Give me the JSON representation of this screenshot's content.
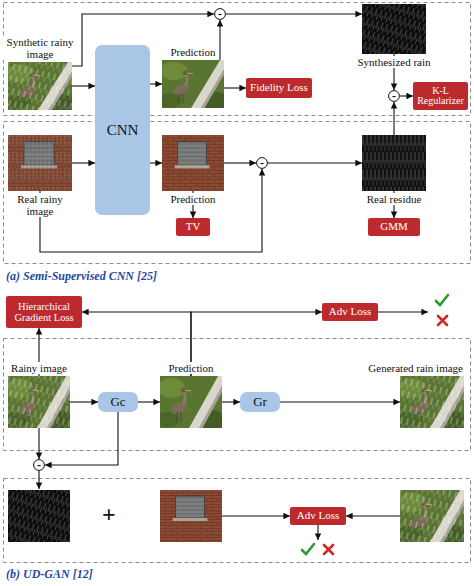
{
  "diagram": {
    "nodes": [
      {
        "text": [
          "Synthetic rainy image"
        ]
      },
      {
        "text": [
          "CNN"
        ]
      },
      {
        "text": [
          "Prediction"
        ]
      },
      {
        "text": [
          "Fidelity Loss"
        ]
      },
      {
        "text": [
          "-"
        ]
      },
      {
        "text": [
          "Synthesized rain"
        ]
      },
      {
        "text": [
          "-"
        ]
      },
      {
        "text": [
          "K-L Regularizer"
        ]
      },
      {
        "text": [
          "Real rainy image"
        ]
      },
      {
        "text": [
          "Prediction"
        ]
      },
      {
        "text": [
          "TV"
        ]
      },
      {
        "text": [
          "-"
        ]
      },
      {
        "text": [
          "Real residue"
        ]
      },
      {
        "text": [
          "GMM"
        ]
      },
      {
        "text": [
          "Hierarchical Gradient Loss"
        ]
      },
      {
        "text": [
          "Adv Loss"
        ]
      },
      {
        "text": [
          "Rainy image"
        ]
      },
      {
        "text": [
          "Gc"
        ]
      },
      {
        "text": [
          "Prediction"
        ]
      },
      {
        "text": [
          "Gr"
        ]
      },
      {
        "text": [
          "Generated rain image"
        ]
      },
      {
        "text": [
          "-"
        ]
      },
      {
        "text": [
          "Adv Loss"
        ]
      }
    ],
    "edges": [
      {
        "from": 0,
        "to": 1,
        "arrow": "to"
      },
      {
        "from": 1,
        "to": 2,
        "arrow": "to"
      },
      {
        "from": 2,
        "to": 3,
        "arrow": "to"
      },
      {
        "from": 0,
        "to": 4,
        "arrow": "to"
      },
      {
        "from": 2,
        "to": 4,
        "arrow": "to"
      },
      {
        "from": 4,
        "to": 5,
        "arrow": "to"
      },
      {
        "from": 5,
        "to": 6,
        "arrow": "to"
      },
      {
        "from": 12,
        "to": 6,
        "arrow": "to"
      },
      {
        "from": 6,
        "to": 7,
        "arrow": "to"
      },
      {
        "from": 8,
        "to": 1,
        "arrow": "to"
      },
      {
        "from": 1,
        "to": 9,
        "arrow": "to"
      },
      {
        "from": 9,
        "to": 10,
        "arrow": "to"
      },
      {
        "from": 9,
        "to": 11,
        "arrow": "to"
      },
      {
        "from": 8,
        "to": 11,
        "arrow": "to"
      },
      {
        "from": 11,
        "to": 12,
        "arrow": "to"
      },
      {
        "from": 12,
        "to": 13,
        "arrow": "to"
      },
      {
        "from": 16,
        "to": 14,
        "arrow": "to"
      },
      {
        "from": 18,
        "to": 14,
        "arrow": "to"
      },
      {
        "from": 18,
        "to": 15,
        "arrow": "to"
      },
      {
        "from": 16,
        "to": 17,
        "arrow": "to"
      },
      {
        "from": 17,
        "to": 18,
        "arrow": "to"
      },
      {
        "from": 18,
        "to": 19,
        "arrow": "to"
      },
      {
        "from": 19,
        "to": 20,
        "arrow": "to"
      },
      {
        "from": 16,
        "to": 21,
        "arrow": "to"
      },
      {
        "from": 17,
        "to": 21,
        "arrow": "to"
      }
    ],
    "labels": [
      "(a) Semi-Supervised CNN [25]",
      "+",
      "(b) UD-GAN [12]"
    ]
  }
}
